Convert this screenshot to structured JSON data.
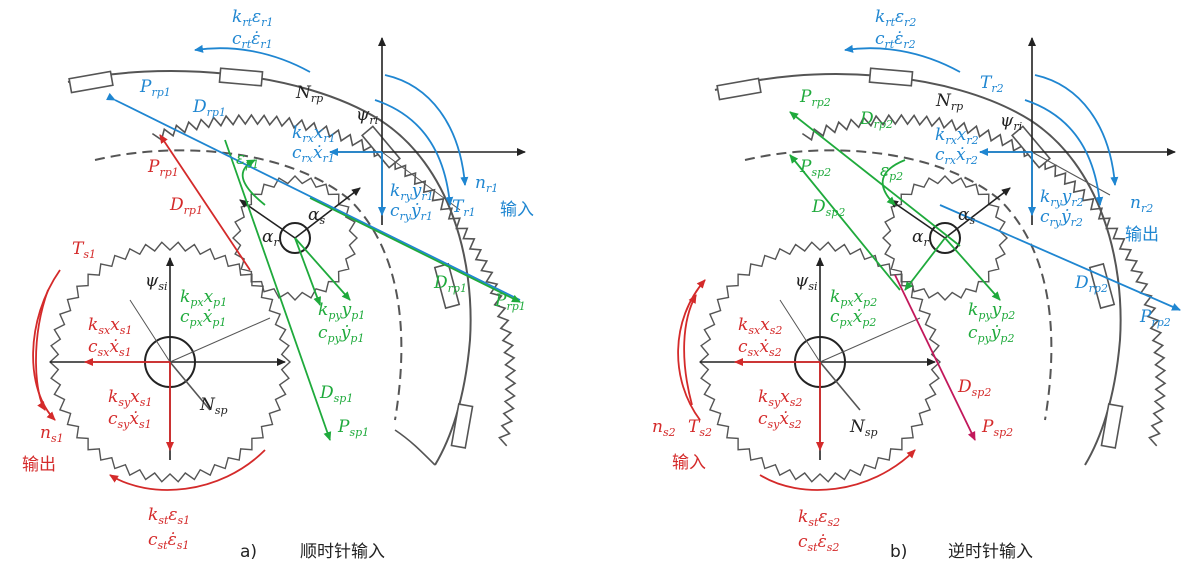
{
  "colors": {
    "blue": "#1f86d1",
    "red": "#d42a2a",
    "green": "#1faa3c",
    "black": "#222222",
    "gray": "#555555"
  },
  "panel_a": {
    "caption_letter": "a)",
    "caption_text": "顺时针输入",
    "input_text": "输入",
    "output_text": "输出",
    "labels": {
      "k_r1": "k",
      "k_r1_sub": "rt",
      "eps_r1": "ε",
      "eps_r1_sub": "r1",
      "c_r1": "c",
      "c_r1_sub": "rt",
      "epsd_r1": "ε̇",
      "epsd_r1_sub": "r1",
      "N_rp": "N",
      "N_rp_sub": "rp",
      "P_rp1": "P",
      "P_rp1_sub": "rp1",
      "D_rp1": "D",
      "D_rp1_sub": "rp1",
      "psi_ri": "ψ",
      "psi_ri_sub": "ri",
      "k_rx": "k",
      "k_rx_sub": "rx",
      "x_r1": "x",
      "x_r1_sub": "r1",
      "c_rx": "c",
      "c_rx_sub": "rx",
      "xd_r1": "ẋ",
      "xd_r1_sub": "r1",
      "k_ry": "k",
      "k_ry_sub": "ry",
      "y_r1": "y",
      "y_r1_sub": "r1",
      "c_ry": "c",
      "c_ry_sub": "ry",
      "yd_r1": "ẏ",
      "yd_r1_sub": "r1",
      "n_r1": "n",
      "n_r1_sub": "r1",
      "T_r1": "T",
      "T_r1_sub": "r1",
      "P_rp1_red": "P",
      "P_rp1_red_sub": "rp1",
      "D_rp1_red": "D",
      "D_rp1_red_sub": "rp1",
      "eps_p1": "ε",
      "eps_p1_sub": "p1",
      "alpha_s": "α",
      "alpha_s_sub": "s",
      "alpha_r": "α",
      "alpha_r_sub": "r",
      "T_s1": "T",
      "T_s1_sub": "s1",
      "psi_si": "ψ",
      "psi_si_sub": "si",
      "k_px": "k",
      "k_px_sub": "px",
      "x_p1": "x",
      "x_p1_sub": "p1",
      "c_px": "c",
      "c_px_sub": "px",
      "xd_p1": "ẋ",
      "xd_p1_sub": "p1",
      "k_py": "k",
      "k_py_sub": "py",
      "y_p1": "y",
      "y_p1_sub": "p1",
      "c_py": "c",
      "c_py_sub": "py",
      "yd_p1": "ẏ",
      "yd_p1_sub": "p1",
      "k_sx": "k",
      "k_sx_sub": "sx",
      "x_s1": "x",
      "x_s1_sub": "s1",
      "c_sx": "c",
      "c_sx_sub": "sx",
      "xd_s1": "ẋ",
      "xd_s1_sub": "s1",
      "k_sy": "k",
      "k_sy_sub": "sy",
      "y_s1": "x",
      "y_s1_sub": "s1",
      "c_sy": "c",
      "c_sy_sub": "sy",
      "yd_s1": "ẋ",
      "yd_s1_sub": "s1",
      "N_sp": "N",
      "N_sp_sub": "sp",
      "D_sp1": "D",
      "D_sp1_sub": "sp1",
      "P_sp1": "P",
      "P_sp1_sub": "sp1",
      "D_rp1_g": "D",
      "D_rp1_g_sub": "rp1",
      "P_rp1_g": "P",
      "P_rp1_g_sub": "rp1",
      "n_s1": "n",
      "n_s1_sub": "s1",
      "k_st": "k",
      "k_st_sub": "st",
      "eps_s1": "ε",
      "eps_s1_sub": "s1",
      "c_st": "c",
      "c_st_sub": "st",
      "epsd_s1": "ε̇",
      "epsd_s1_sub": "s1"
    }
  },
  "panel_b": {
    "caption_letter": "b)",
    "caption_text": "逆时针输入",
    "input_text": "输入",
    "output_text": "输出",
    "labels": {
      "k_r2": "k",
      "k_r2_sub": "rt",
      "eps_r2": "ε",
      "eps_r2_sub": "r2",
      "c_r2": "c",
      "c_r2_sub": "rt",
      "epsd_r2": "ε̇",
      "epsd_r2_sub": "r2",
      "T_r2": "T",
      "T_r2_sub": "r2",
      "N_rp": "N",
      "N_rp_sub": "rp",
      "P_rp2": "P",
      "P_rp2_sub": "rp2",
      "D_rp2": "D",
      "D_rp2_sub": "rp2",
      "psi_ri": "ψ",
      "psi_ri_sub": "ri",
      "k_rx": "k",
      "k_rx_sub": "rx",
      "x_r2": "x",
      "x_r2_sub": "r2",
      "c_rx": "c",
      "c_rx_sub": "rx",
      "xd_r2": "ẋ",
      "xd_r2_sub": "r2",
      "k_ry": "k",
      "k_ry_sub": "ry",
      "y_r2": "y",
      "y_r2_sub": "r2",
      "c_ry": "c",
      "c_ry_sub": "ry",
      "yd_r2": "ẏ",
      "yd_r2_sub": "r2",
      "n_r2": "n",
      "n_r2_sub": "r2",
      "P_sp2": "P",
      "P_sp2_sub": "sp2",
      "eps_p2": "ε",
      "eps_p2_sub": "p2",
      "D_sp2": "D",
      "D_sp2_sub": "sp2",
      "alpha_s": "α",
      "alpha_s_sub": "s",
      "alpha_r": "α",
      "alpha_r_sub": "r",
      "psi_si": "ψ",
      "psi_si_sub": "si",
      "k_px": "k",
      "k_px_sub": "px",
      "x_p2": "x",
      "x_p2_sub": "p2",
      "c_px": "c",
      "c_px_sub": "px",
      "xd_p2": "ẋ",
      "xd_p2_sub": "p2",
      "k_py": "k",
      "k_py_sub": "py",
      "y_p2": "y",
      "y_p2_sub": "p2",
      "c_py": "c",
      "c_py_sub": "py",
      "yd_p2": "ẏ",
      "yd_p2_sub": "p2",
      "k_sx": "k",
      "k_sx_sub": "sx",
      "x_s2": "x",
      "x_s2_sub": "s2",
      "c_sx": "c",
      "c_sx_sub": "sx",
      "xd_s2": "ẋ",
      "xd_s2_sub": "s2",
      "k_sy": "k",
      "k_sy_sub": "sy",
      "y_s2": "x",
      "y_s2_sub": "s2",
      "c_sy": "c",
      "c_sy_sub": "sy",
      "yd_s2": "ẋ",
      "yd_s2_sub": "s2",
      "N_sp": "N",
      "N_sp_sub": "sp",
      "D_sp2_red": "D",
      "D_sp2_red_sub": "sp2",
      "P_sp2_red": "P",
      "P_sp2_red_sub": "sp2",
      "D_rp2_blue": "D",
      "D_rp2_blue_sub": "rp2",
      "P_rp2_blue": "P",
      "P_rp2_blue_sub": "rp2",
      "n_s2": "n",
      "n_s2_sub": "s2",
      "T_s2": "T",
      "T_s2_sub": "s2",
      "k_st": "k",
      "k_st_sub": "st",
      "eps_s2": "ε",
      "eps_s2_sub": "s2",
      "c_st": "c",
      "c_st_sub": "st",
      "epsd_s2": "ε̇",
      "epsd_s2_sub": "s2"
    }
  }
}
